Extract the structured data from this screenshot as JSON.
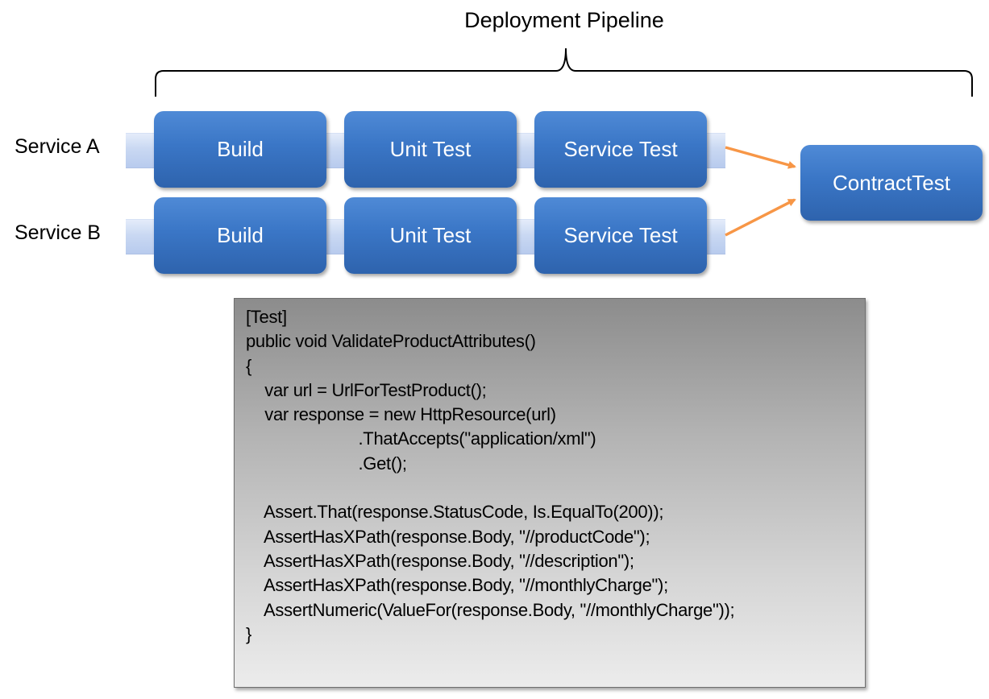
{
  "title": "Deployment Pipeline",
  "rows": [
    {
      "label": "Service A",
      "stages": [
        "Build",
        "Unit Test",
        "Service Test"
      ]
    },
    {
      "label": "Service B",
      "stages": [
        "Build",
        "Unit Test",
        "Service Test"
      ]
    }
  ],
  "contract_stage": "ContractTest",
  "colors": {
    "stage_fill": "#3a76c6",
    "stage_text": "#ffffff",
    "arrow": "#f79646",
    "track": "#c9d8f2",
    "code_box_top": "#8c8c8c",
    "code_box_bottom": "#ececec"
  },
  "code_lines": [
    "[Test]",
    "public void ValidateProductAttributes()",
    "{",
    "    var url = UrlForTestProduct();",
    "    var response = new HttpResource(url)",
    "                        .ThatAccepts(\"application/xml\")",
    "                        .Get();",
    "",
    "    Assert.That(response.StatusCode, Is.EqualTo(200));",
    "    AssertHasXPath(response.Body, \"//productCode\");",
    "    AssertHasXPath(response.Body, \"//description\");",
    "    AssertHasXPath(response.Body, \"//monthlyCharge\");",
    "    AssertNumeric(ValueFor(response.Body, \"//monthlyCharge\"));",
    "}"
  ]
}
